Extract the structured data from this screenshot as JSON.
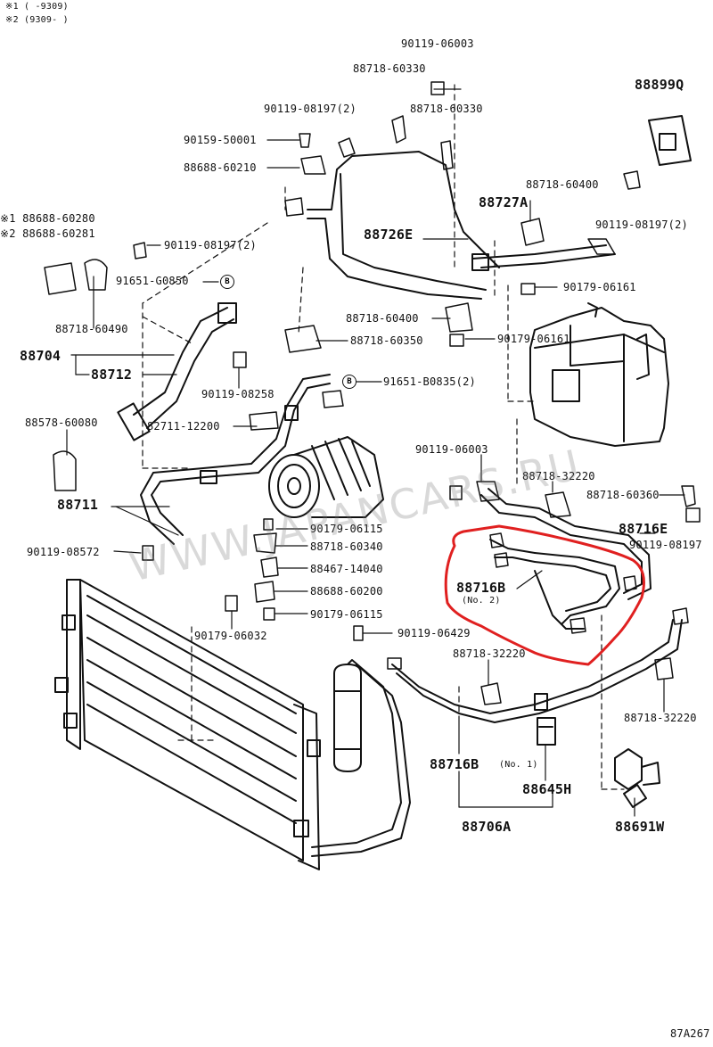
{
  "notes": {
    "n1": "※1 (    -9309)",
    "n2": "※2 (9309-    )"
  },
  "labels": {
    "p90119_06003_top": "90119-06003",
    "p88718_60330_a": "88718-60330",
    "p90119_08197_a": "90119-08197(2)",
    "p88718_60330_b": "88718-60330",
    "p88899Q": "88899Q",
    "p90159_50001": "90159-50001",
    "p88688_60210": "88688-60210",
    "p88727A": "88727A",
    "p88718_60400_a": "88718-60400",
    "p88726E": "88726E",
    "p88688_60280": "※1 88688-60280",
    "p88688_60281": "※2 88688-60281",
    "p90119_08197_b": "90119-08197(2)",
    "p90119_08197_c": "90119-08197(2)",
    "p91651_G0850": "91651-G0850",
    "p90179_06161_a": "90179-06161",
    "p88718_60490": "88718-60490",
    "p88718_60400_b": "88718-60400",
    "p88718_60350": "88718-60350",
    "p90179_06161_b": "90179-06161",
    "p88704": "88704",
    "p88712": "88712",
    "p90119_08258": "90119-08258",
    "p91651_B0835": "91651-B0835(2)",
    "p88578_60080": "88578-60080",
    "p82711_12200": "82711-12200",
    "p90119_06003_mid": "90119-06003",
    "p88718_32220_a": "88718-32220",
    "p88718_60360": "88718-60360",
    "p88711": "88711",
    "p88716E": "88716E",
    "p90179_06115_a": "90179-06115",
    "p88718_60340": "88718-60340",
    "p90119_08197_d": "90119-08197",
    "p90119_08572": "90119-08572",
    "p88467_14040": "88467-14040",
    "p88716B_no2": "88716B",
    "no2": "(No. 2)",
    "p88688_60200": "88688-60200",
    "p90179_06115_b": "90179-06115",
    "p90179_06032": "90179-06032",
    "p90119_06429": "90119-06429",
    "p88718_32220_b": "88718-32220",
    "p88718_32220_c": "88718-32220",
    "p88716B_no1": "88716B",
    "no1": "(No. 1)",
    "p88645H": "88645H",
    "p88706A": "88706A",
    "p88691W": "88691W",
    "fig_code": "87A267",
    "circle_b": "B",
    "watermark": "WWW.JAPANCARS.RU"
  },
  "colors": {
    "ink": "#111111",
    "highlight": "#e02020",
    "watermark": "#9a9a9a"
  }
}
